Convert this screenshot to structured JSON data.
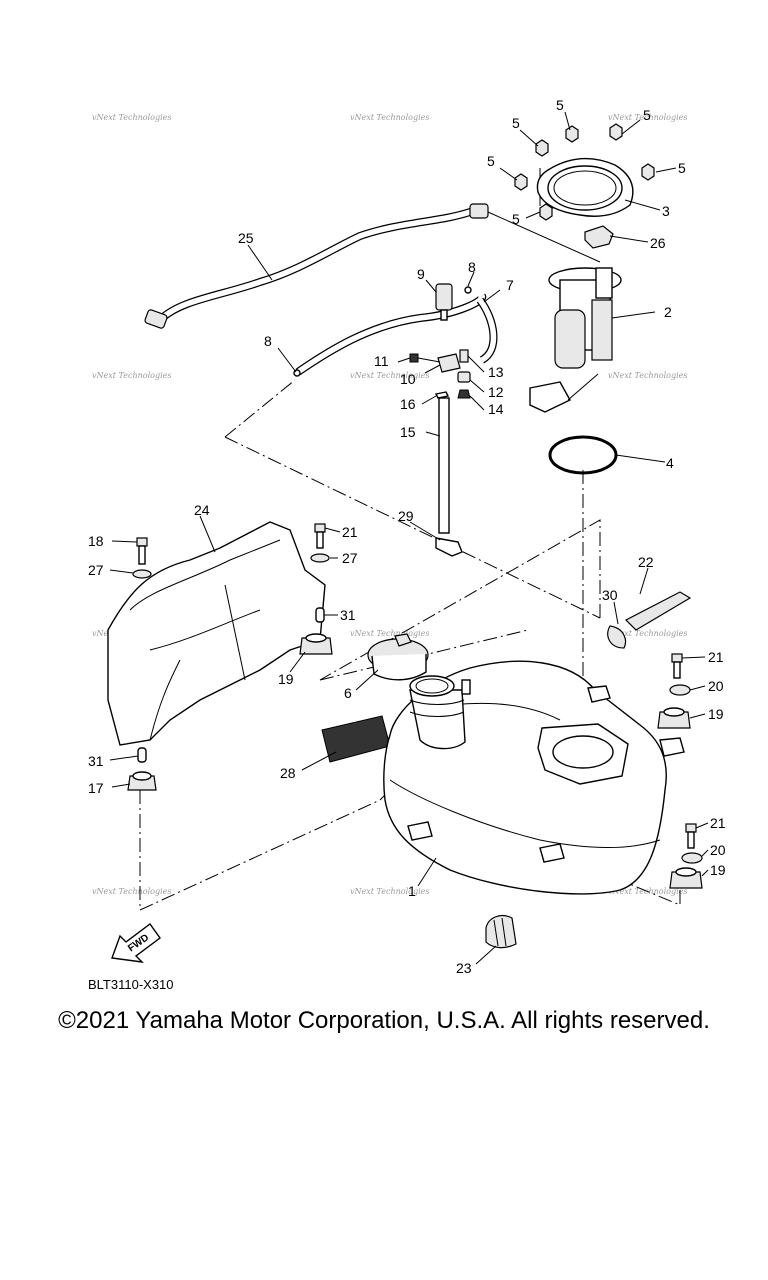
{
  "diagram_code": "BLT3110-X310",
  "copyright": "©2021 Yamaha Motor Corporation, U.S.A. All rights reserved.",
  "watermark": "vNext Technologies",
  "fwd_label": "FWD",
  "callouts": {
    "c1": "1",
    "c2": "2",
    "c3": "3",
    "c4": "4",
    "c5a": "5",
    "c5b": "5",
    "c5c": "5",
    "c5d": "5",
    "c5e": "5",
    "c5f": "5",
    "c6": "6",
    "c7": "7",
    "c8a": "8",
    "c8b": "8",
    "c9": "9",
    "c10": "10",
    "c11": "11",
    "c12": "12",
    "c13": "13",
    "c14": "14",
    "c15": "15",
    "c16": "16",
    "c17": "17",
    "c18": "18",
    "c19a": "19",
    "c19b": "19",
    "c19c": "19",
    "c20a": "20",
    "c20b": "20",
    "c21a": "21",
    "c21b": "21",
    "c21c": "21",
    "c22": "22",
    "c23": "23",
    "c24": "24",
    "c25": "25",
    "c26": "26",
    "c27a": "27",
    "c27b": "27",
    "c28": "28",
    "c29": "29",
    "c30": "30",
    "c31a": "31",
    "c31b": "31"
  }
}
